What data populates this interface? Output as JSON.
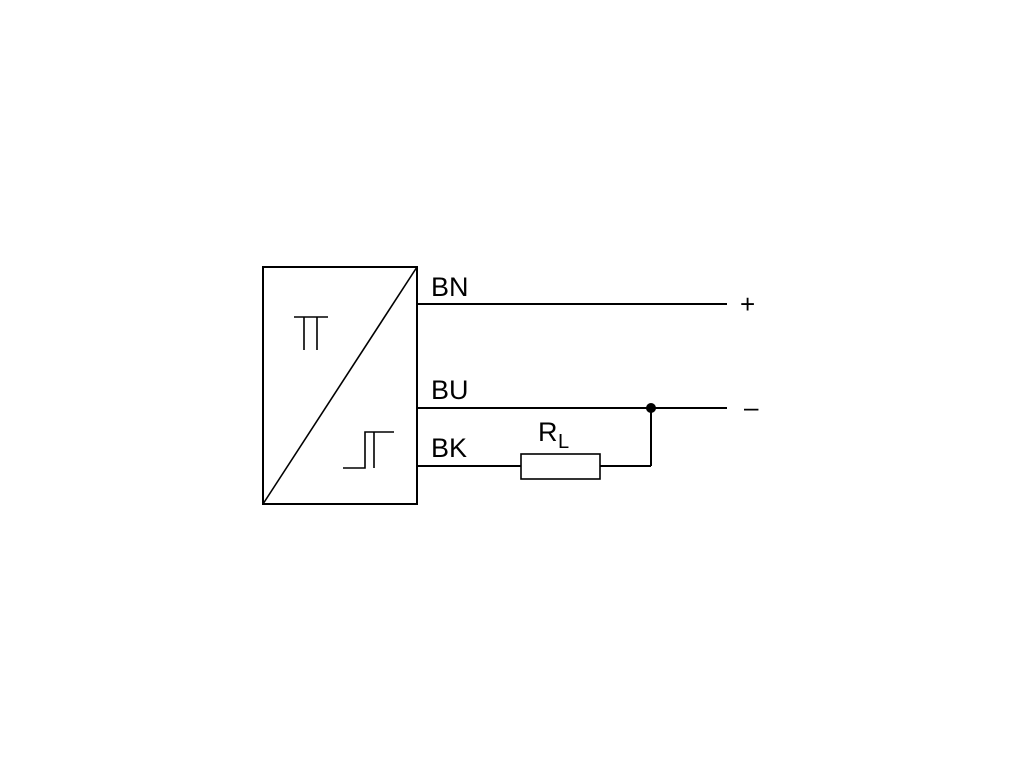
{
  "wires": {
    "bn": {
      "label": "BN",
      "terminal": "+"
    },
    "bu": {
      "label": "BU",
      "terminal": "–"
    },
    "bk": {
      "label": "BK"
    }
  },
  "load_resistor": {
    "label": "R",
    "subscript": "L"
  },
  "icons": {
    "sensor_block": "sensor-converter-icon",
    "input_symbol": "pulse-symbol-icon",
    "output_symbol": "schmitt-trigger-icon"
  },
  "colors": {
    "line": "#000000",
    "background": "#ffffff"
  }
}
